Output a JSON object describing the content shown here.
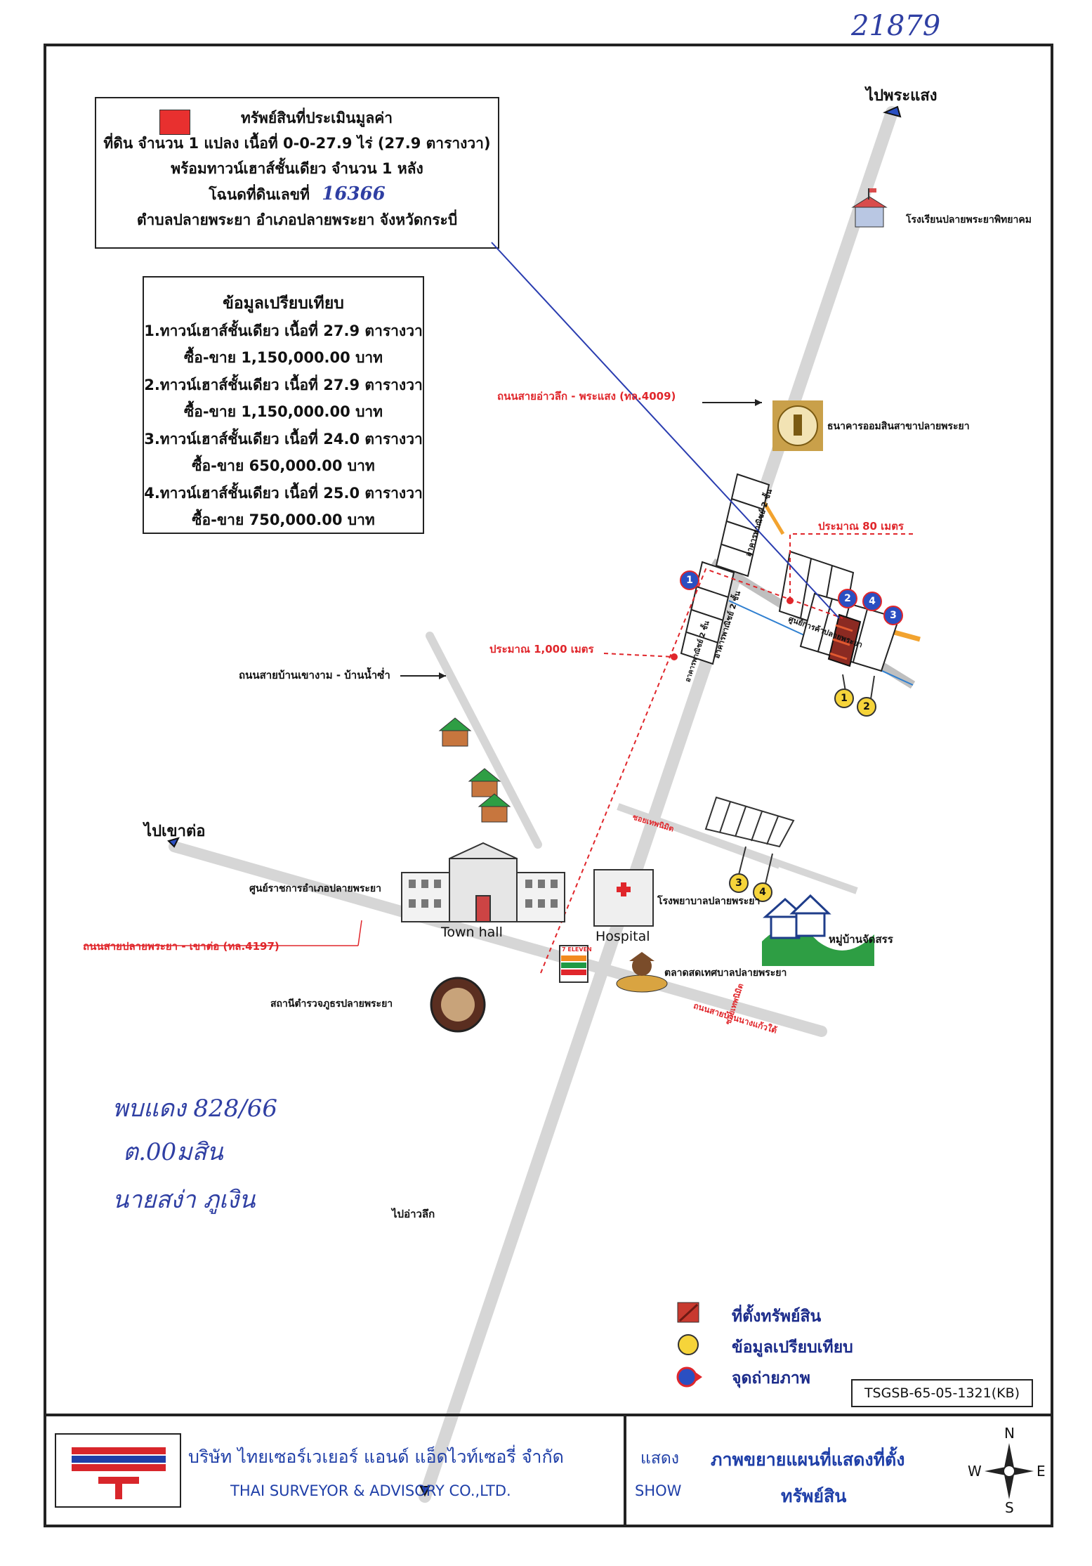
{
  "corner_handwritten": "21879",
  "property_box": {
    "title": "ทรัพย์สินที่ประเมินมูลค่า",
    "line1": "ที่ดิน จำนวน 1 แปลง เนื้อที่ 0-0-27.9 ไร่ (27.9 ตารางวา)",
    "line2": "พร้อมทาวน์เฮาส์ชั้นเดียว จำนวน 1 หลัง",
    "line3_prefix": "โฉนดที่ดินเลขที่",
    "line3_handwritten": "16366",
    "line4": "ตำบลปลายพระยา อำเภอปลายพระยา จังหวัดกระบี่",
    "marker_color": "#e8302f"
  },
  "comparison_box": {
    "title": "ข้อมูลเปรียบเทียบ",
    "items": [
      {
        "desc": "1.ทาวน์เฮาส์ชั้นเดียว เนื้อที่ 27.9 ตารางวา",
        "price": "ซื้อ-ขาย 1,150,000.00 บาท"
      },
      {
        "desc": "2.ทาวน์เฮาส์ชั้นเดียว เนื้อที่ 27.9 ตารางวา",
        "price": "ซื้อ-ขาย 1,150,000.00 บาท"
      },
      {
        "desc": "3.ทาวน์เฮาส์ชั้นเดียว เนื้อที่ 24.0 ตารางวา",
        "price": "ซื้อ-ขาย 650,000.00 บาท"
      },
      {
        "desc": "4.ทาวน์เฮาส์ชั้นเดียว เนื้อที่ 25.0 ตารางวา",
        "price": "ซื้อ-ขาย 750,000.00 บาท"
      }
    ]
  },
  "map": {
    "dest_north": "ไปพระแสง",
    "dest_west": "ไปเขาต่อ",
    "dest_south": "ไปอ่าวลึก",
    "road_main": "ถนนสายอ่าวลึก - พระแสง (ทล.4009)",
    "road_west": "ถนนสายปลายพระยา - เขาต่อ (ทล.4197)",
    "road_branch": "ถนนสายบ้านเขางาม - บ้านน้ำซ่ำ",
    "road_east": "ถนนสายบ้านนางแก้วใต้",
    "soi_1": "ซอยเทพนิมิต",
    "soi_2": "ซอยเทพนิมิต",
    "dist_80": "ประมาณ 80 เมตร",
    "dist_1000": "ประมาณ 1,000 เมตร",
    "school": "โรงเรียนปลายพระยาพิทยาคม",
    "bank": "ธนาคารออมสินสาขาปลายพระยา",
    "district_office": "ศูนย์ราชการอำเภอปลายพระยา",
    "town_hall": "Town hall",
    "hospital": "Hospital",
    "hospital_th": "โรงพยาบาลปลายพระยา",
    "village": "หมู่บ้านจัดสรร",
    "market": "ตลาดสดเทศบาลปลายพระยา",
    "police": "สถานีตำรวจภูธรปลายพระยา",
    "seven_eleven": "7 ELEVEN",
    "townhouse_a": "อาคารพาณิชย์ 2 ชั้น",
    "townhouse_b": "อาคารพาณิชย์ 2 ชั้น",
    "townhouse_c": "อาคารพาณิชย์ 2 ชั้น",
    "townhouse_d": "ศูนย์การค้าปลายพระยา",
    "pins": [
      "1",
      "2",
      "3",
      "4"
    ],
    "cams": [
      "1",
      "2",
      "3",
      "4"
    ]
  },
  "handwriting": {
    "line1": "พบแดง 828/66",
    "line2": "ต.00มสิน",
    "line3": "นายสง่า ภูเงิน"
  },
  "legend": {
    "property": "ที่ตั้งทรัพย์สิน",
    "comparison": "ข้อมูลเปรียบเทียบ",
    "photo": "จุดถ่ายภาพ"
  },
  "ref_code": "TSGSB-65-05-1321(KB)",
  "footer": {
    "company_th": "บริษัท ไทยเซอร์เวเยอร์ แอนด์ แอ็ดไวท์เซอรี่ จำกัด",
    "company_en": "THAI SURVEYOR & ADVISORY CO.,LTD.",
    "show_th": "แสดง",
    "show_en": "SHOW",
    "title_line1": "ภาพขยายแผนที่แสดงที่ตั้ง",
    "title_line2": "ทรัพย์สิน",
    "compass_n": "N",
    "compass_s": "S",
    "compass_e": "E",
    "compass_w": "W"
  }
}
